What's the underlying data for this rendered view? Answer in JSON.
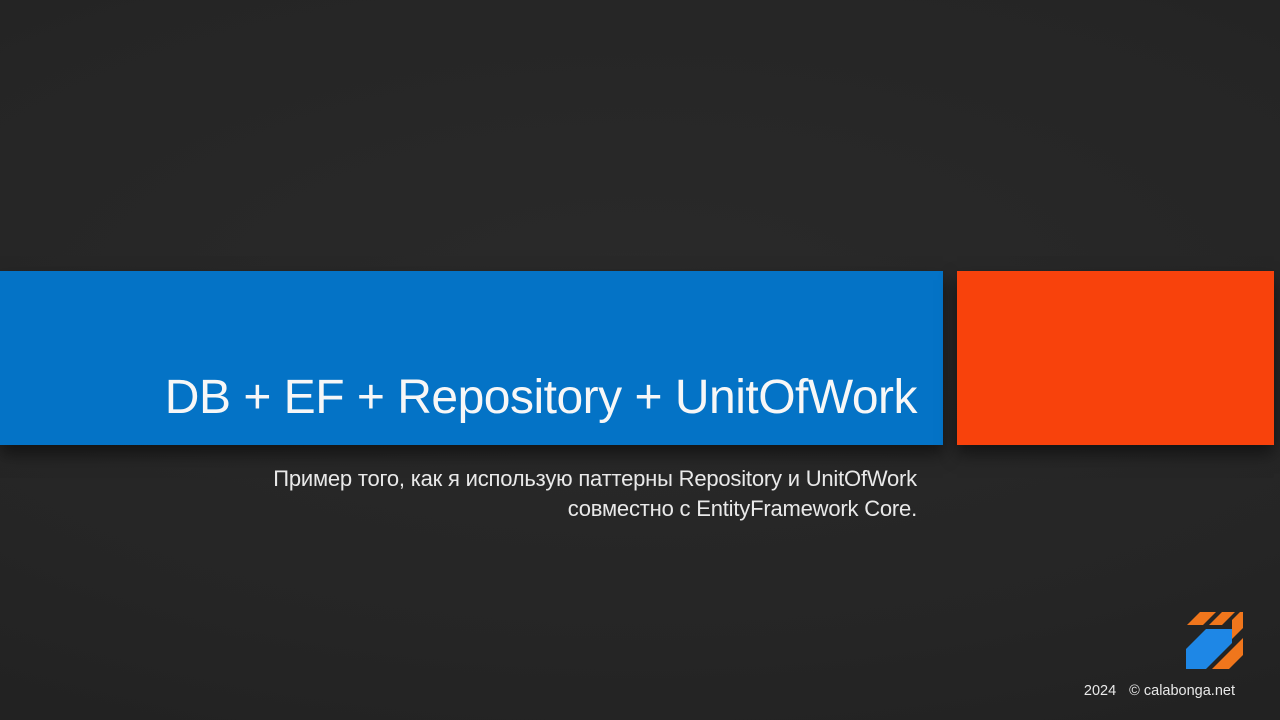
{
  "slide": {
    "title": "DB + EF + Repository + UnitOfWork",
    "subtitle": {
      "line1": "Пример того, как я использую паттерны Repository и UnitOfWork",
      "line2": "совместно с EntityFramework Core."
    },
    "footer": {
      "year": "2024",
      "copyright": "© calabonga.net"
    },
    "logo": {
      "name": "calabonga-logo"
    },
    "colors": {
      "background": "#252525",
      "band_blue": "#0473c6",
      "band_orange": "#f8420c",
      "logo_blue": "#1e87e6",
      "logo_orange": "#f0761c",
      "text_light": "#f7f7f7",
      "text_dim": "#e9e9e9"
    }
  }
}
